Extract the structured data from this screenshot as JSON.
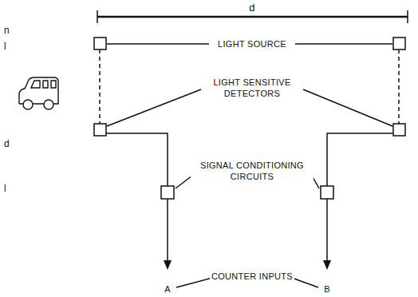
{
  "diagram": {
    "labels": [
      "d",
      "LIGHT SOURCE",
      "LIGHT SENSITIVE DETECTORS",
      "SIGNAL CONDITIONING CIRCUITS",
      "COUNTER INPUTS",
      "A",
      "B",
      "n",
      "l",
      "d",
      "l"
    ]
  }
}
